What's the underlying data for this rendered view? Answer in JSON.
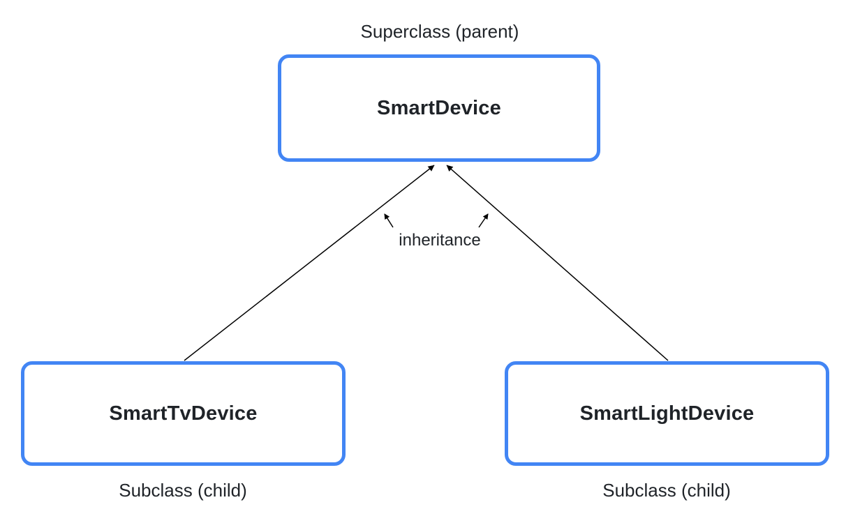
{
  "diagram": {
    "nodes": {
      "superclass": {
        "label": "SmartDevice",
        "caption": "Superclass (parent)"
      },
      "subclass_left": {
        "label": "SmartTvDevice",
        "caption": "Subclass (child)"
      },
      "subclass_right": {
        "label": "SmartLightDevice",
        "caption": "Subclass (child)"
      }
    },
    "edges": [
      {
        "from": "SmartTvDevice",
        "to": "SmartDevice",
        "relation": "inheritance"
      },
      {
        "from": "SmartLightDevice",
        "to": "SmartDevice",
        "relation": "inheritance"
      }
    ],
    "inheritance_label": "inheritance",
    "colors": {
      "box_border": "#4285F4",
      "background": "#FFFFFF",
      "text": "#1F2328",
      "arrow": "#000000"
    }
  }
}
